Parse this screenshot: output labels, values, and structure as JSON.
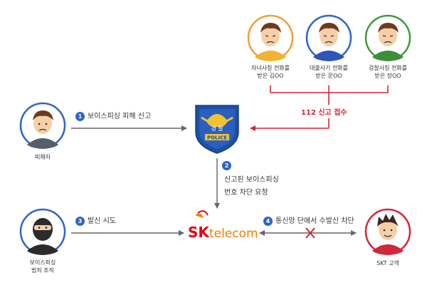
{
  "diagram": {
    "reporters": [
      {
        "label_line1": "자녀사칭 전화를",
        "label_line2": "받은 김OO",
        "ring_color": "#f0a030",
        "shirt_color": "#f2b233"
      },
      {
        "label_line1": "대출사기 전화를",
        "label_line2": "받은 문OO",
        "ring_color": "#2d64c8",
        "shirt_color": "#2b57b6"
      },
      {
        "label_line1": "검찰사칭 전화를",
        "label_line2": "받은 장OO",
        "ring_color": "#3f9a3a",
        "shirt_color": "#3d8f3a"
      }
    ],
    "victim": {
      "label": "피해자",
      "ring_color": "#2d64c8"
    },
    "criminal": {
      "label_line1": "보이스피싱",
      "label_line2": "범죄 조직",
      "ring_color": "#2d64c8"
    },
    "customer": {
      "label": "SKT 고객",
      "ring_color": "#d2263b"
    },
    "police": {
      "badge_top": "경  찰",
      "badge_text": "POLICE"
    },
    "receipt": {
      "label": "112 신고 접수",
      "color": "#d2263b"
    },
    "steps": [
      {
        "num": "1",
        "text": "보이스피싱 피해 신고"
      },
      {
        "num": "2",
        "text_line1": "신고된 보이스피싱",
        "text_line2": "번호 차단 요청"
      },
      {
        "num": "3",
        "text": "발신 시도"
      },
      {
        "num": "4",
        "text": "통신망 단에서 수발신 차단"
      }
    ],
    "logo": {
      "brand": "SK",
      "product": "telecom"
    },
    "colors": {
      "accent_blue": "#2d64c8",
      "accent_red": "#d2263b",
      "line_gray": "#666666"
    }
  }
}
